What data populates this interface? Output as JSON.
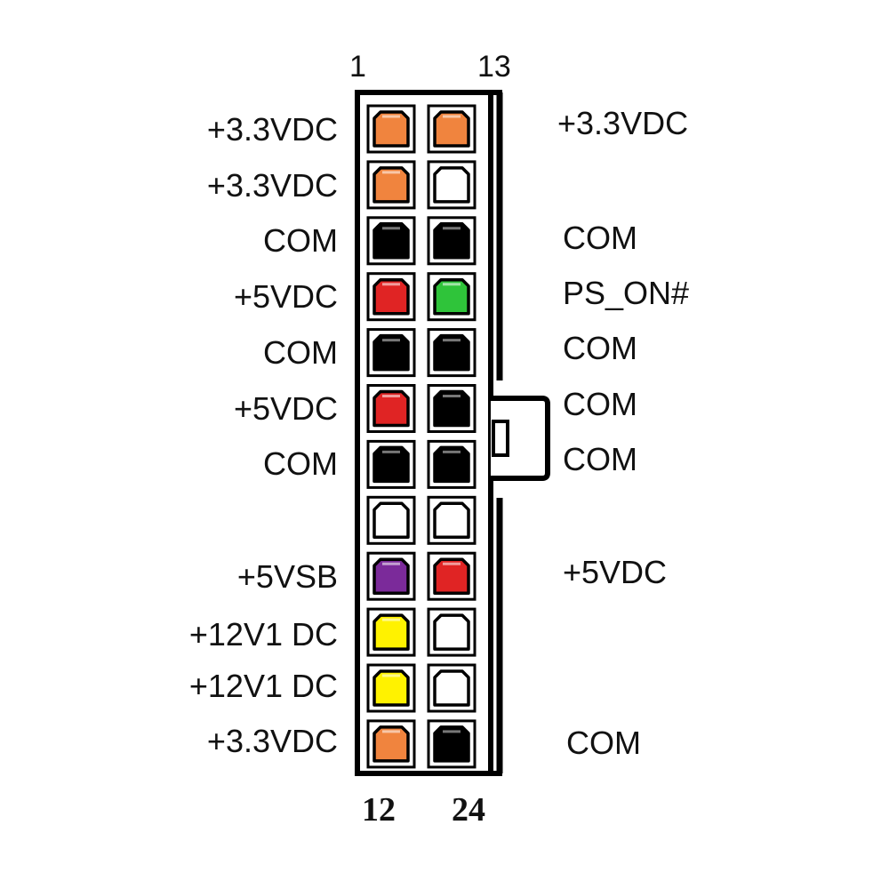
{
  "pin_numbers": {
    "top_left": "1",
    "top_right": "13",
    "bottom_left": "12",
    "bottom_right": "24"
  },
  "left_column": [
    {
      "label": "+3.3VDC",
      "color": "#f0843e"
    },
    {
      "label": "+3.3VDC",
      "color": "#f0843e"
    },
    {
      "label": "COM",
      "color": "#000000"
    },
    {
      "label": "+5VDC",
      "color": "#e02424"
    },
    {
      "label": "COM",
      "color": "#000000"
    },
    {
      "label": "+5VDC",
      "color": "#e02424"
    },
    {
      "label": "COM",
      "color": "#000000"
    },
    {
      "label": "",
      "color": "#ffffff"
    },
    {
      "label": "+5VSB",
      "color": "#7b2a9a"
    },
    {
      "label": "+12V1 DC",
      "color": "#fff200"
    },
    {
      "label": "+12V1 DC",
      "color": "#fff200"
    },
    {
      "label": "+3.3VDC",
      "color": "#f0843e"
    }
  ],
  "right_column": [
    {
      "label": "+3.3VDC",
      "color": "#f0843e"
    },
    {
      "label": "",
      "color": "#ffffff"
    },
    {
      "label": "COM",
      "color": "#000000"
    },
    {
      "label": "PS_ON#",
      "color": "#2fc43a"
    },
    {
      "label": "COM",
      "color": "#000000"
    },
    {
      "label": "COM",
      "color": "#000000"
    },
    {
      "label": "COM",
      "color": "#000000"
    },
    {
      "label": "",
      "color": "#ffffff"
    },
    {
      "label": "+5VDC",
      "color": "#e02424"
    },
    {
      "label": "",
      "color": "#ffffff"
    },
    {
      "label": "",
      "color": "#ffffff"
    },
    {
      "label": "COM",
      "color": "#000000"
    }
  ]
}
